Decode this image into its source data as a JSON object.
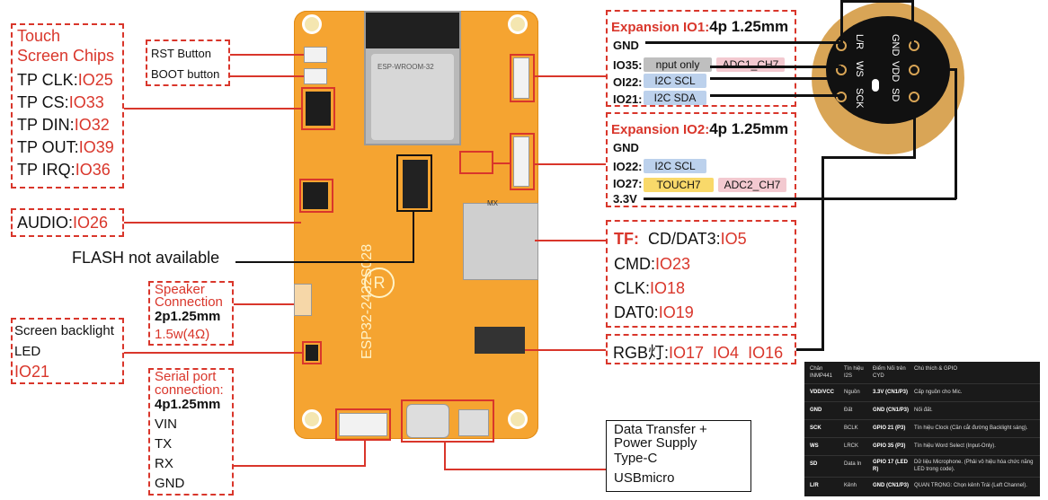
{
  "touch": {
    "title1": "Touch",
    "title2": "Screen Chips",
    "clk_l": "TP CLK:",
    "clk_v": "IO25",
    "cs_l": "TP CS:",
    "cs_v": "IO33",
    "din_l": "TP DIN:",
    "din_v": "IO32",
    "out_l": "TP OUT:",
    "out_v": "IO39",
    "irq_l": "TP IRQ:",
    "irq_v": "IO36"
  },
  "buttons": {
    "rst": "RST Button",
    "boot": "BOOT button"
  },
  "audio": {
    "label": "AUDIO:",
    "value": "IO26"
  },
  "flash": "FLASH not available",
  "speaker": {
    "t1": "Speaker",
    "t2": "Connection",
    "spec": "2p1.25mm",
    "power": "1.5w(4Ω)"
  },
  "backlight": {
    "t1": "Screen backlight",
    "t2": "LED",
    "value": "IO21"
  },
  "serial": {
    "t1": "Serial port",
    "t2": "connection:",
    "spec": "4p1.25mm",
    "pins": [
      "VIN",
      "TX",
      "RX",
      "GND"
    ]
  },
  "exp1": {
    "title_red": "Expansion IO1:",
    "title_black": "4p 1.25mm",
    "gnd": "GND",
    "io35": "IO35:",
    "io35_tag": "nput only",
    "io35_adc": "ADC1_CH7",
    "io22": "OI22:",
    "io22_tag": "I2C SCL",
    "io21": "IO21:",
    "io21_tag": "I2C SDA"
  },
  "exp2": {
    "title_red": "Expansion IO2:",
    "title_black": "4p 1.25mm",
    "gnd": "GND",
    "io22": "IO22:",
    "io22_tag": "I2C SCL",
    "io27": "IO27:",
    "io27_touch": "TOUCH7",
    "io27_adc": "ADC2_CH7",
    "v33": "3.3V"
  },
  "tf": {
    "title": "TF:",
    "cd_l": "CD/DAT3:",
    "cd_v": "IO5",
    "cmd_l": "CMD:",
    "cmd_v": "IO23",
    "clk_l": "CLK:",
    "clk_v": "IO18",
    "dat_l": "DAT0:",
    "dat_v": "IO19"
  },
  "rgb": {
    "label": "RGB灯:",
    "v1": "IO17",
    "v2": "IO4",
    "v3": "IO16"
  },
  "transfer": {
    "t1": "Data Transfer +",
    "t2": "Power Supply",
    "t3": "Type-C",
    "t4": "USBmicro"
  },
  "mic": {
    "lr": "L/R",
    "ws": "WS",
    "sck": "SCK",
    "gnd": "GND",
    "vdd": "VDD",
    "sd": "SD"
  },
  "board": {
    "silk": "ESP32-2432S028",
    "module": "ESP-WROOM-32",
    "sd_label": "MX",
    "brand": "R"
  },
  "table": {
    "headers": [
      "Chân INMP441",
      "Tín hiệu I2S",
      "Điểm Nối trên CYD",
      "Chú thích & GPIO"
    ],
    "rows": [
      [
        "VDD/VCC",
        "Nguồn",
        "3.3V (CN1/P3)",
        "Cấp nguồn cho Mic."
      ],
      [
        "GND",
        "Đất",
        "GND (CN1/P3)",
        "Nối đất."
      ],
      [
        "SCK",
        "BCLK",
        "GPIO 21 (P3)",
        "Tín hiệu Clock (Cần cắt đường Backlight sáng)."
      ],
      [
        "WS",
        "LRCK",
        "GPIO 35 (P3)",
        "Tín hiệu Word Select (Input-Only)."
      ],
      [
        "SD",
        "Data In",
        "GPIO 17 (LED R)",
        "Dữ liệu Microphone. (Phải vô hiệu hóa chức năng LED trong code)."
      ],
      [
        "L/R",
        "Kênh",
        "GND (CN1/P3)",
        "QUAN TRỌNG: Chọn kênh Trái (Left Channel)."
      ]
    ]
  },
  "colors": {
    "accent": "#d9362b",
    "board": "#f5a431"
  }
}
